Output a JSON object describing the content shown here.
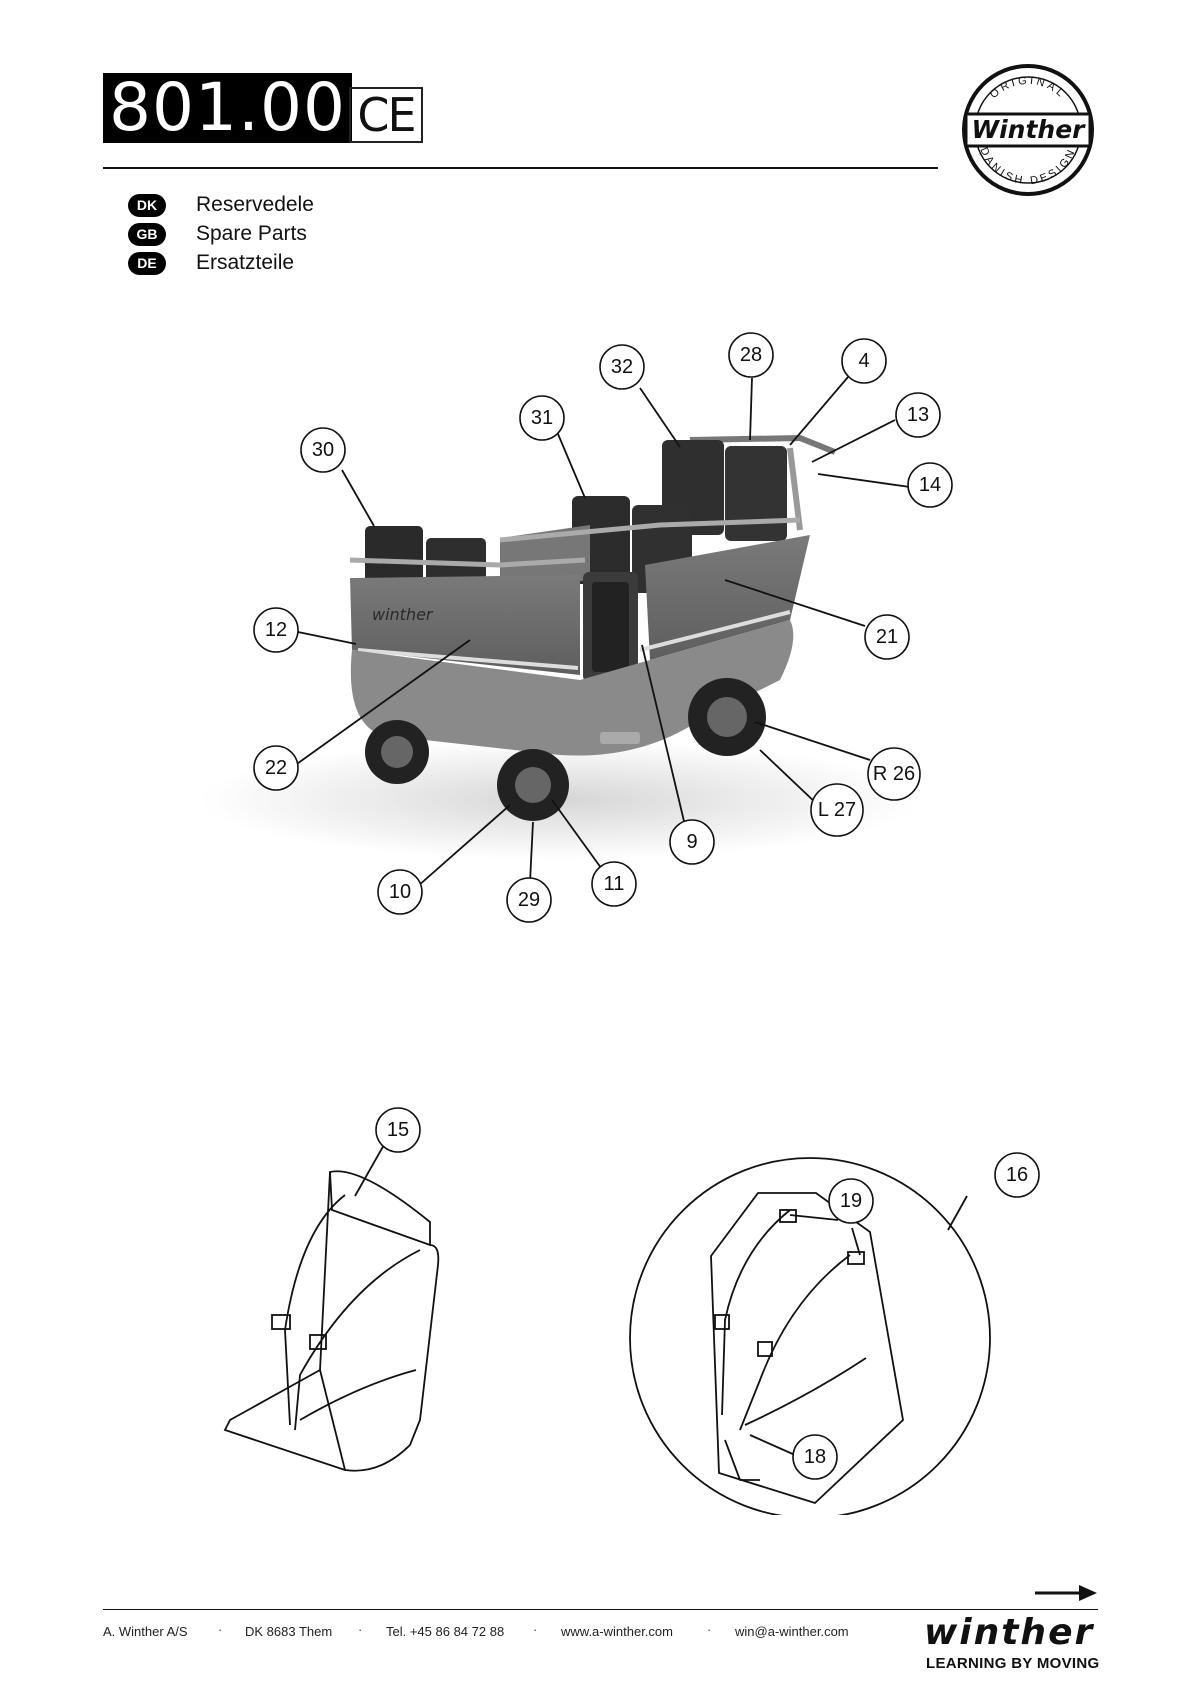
{
  "header": {
    "model_number": "801.00",
    "ce_mark": "CE"
  },
  "logo": {
    "top_text": "ORIGINAL",
    "name": "Winther",
    "bottom_text": "DANISH DESIGN"
  },
  "languages": [
    {
      "code": "DK",
      "label": "Reservedele"
    },
    {
      "code": "GB",
      "label": "Spare Parts"
    },
    {
      "code": "DE",
      "label": "Ersatzteile"
    }
  ],
  "callouts": {
    "c32": "32",
    "c28": "28",
    "c4": "4",
    "c13": "13",
    "c31": "31",
    "c30": "30",
    "c14": "14",
    "c12": "12",
    "c21": "21",
    "c22": "22",
    "c26": "R 26",
    "c27": "L 27",
    "c9": "9",
    "c10": "10",
    "c11": "11",
    "c29": "29",
    "c15": "15",
    "c16": "16",
    "c19": "19",
    "c18": "18"
  },
  "footer": {
    "company": "A. Winther A/S",
    "address": "DK 8683 Them",
    "phone": "Tel. +45 86 84 72 88",
    "web": "www.a-winther.com",
    "email": "win@a-winther.com",
    "separator": "·",
    "brand": "winther",
    "tagline": "LEARNING BY MOVING"
  }
}
